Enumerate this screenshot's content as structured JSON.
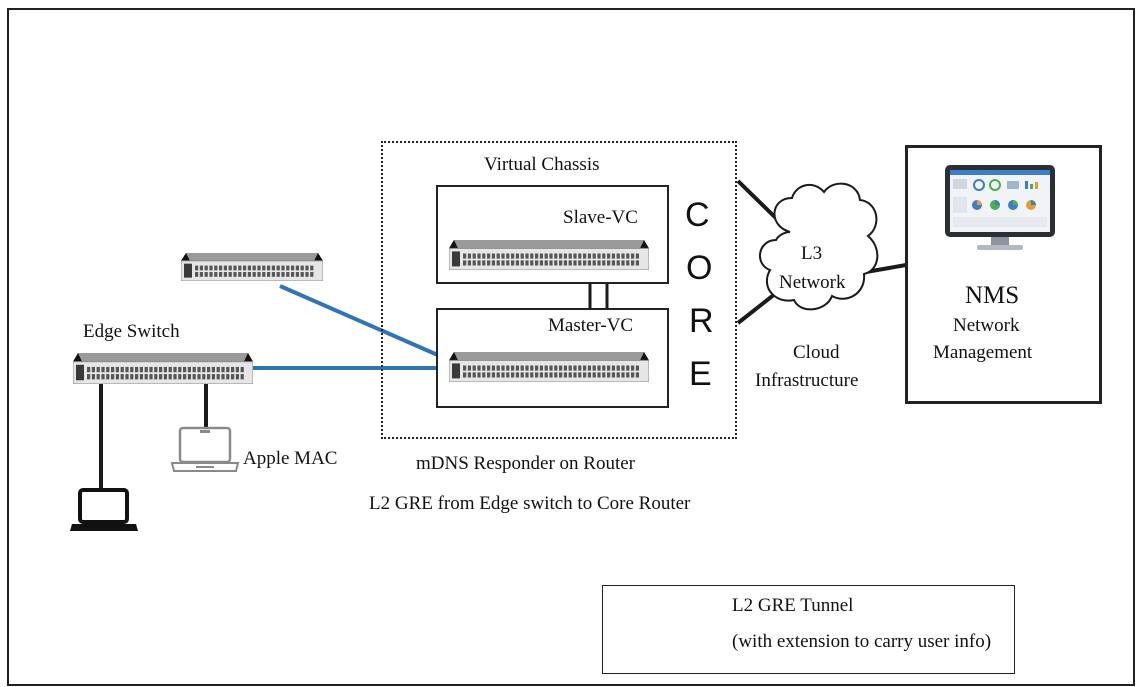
{
  "labels": {
    "virtual_chassis": "Virtual Chassis",
    "slave_vc": "Slave-VC",
    "master_vc": "Master-VC",
    "core_letters": [
      "C",
      "O",
      "R",
      "E"
    ],
    "l3": "L3",
    "network": "Network",
    "cloud": "Cloud",
    "infrastructure": "Infrastructure",
    "nms": "NMS",
    "network_mgmt_line1": "Network",
    "network_mgmt_line2": "Management",
    "edge_switch": "Edge Switch",
    "apple_mac": "Apple MAC",
    "mdns": "mDNS Responder on Router",
    "l2gre_caption": "L2 GRE from Edge switch to Core Router"
  },
  "legend": {
    "line1": "L2 GRE Tunnel",
    "line2": "(with extension to carry user info)"
  },
  "colors": {
    "tunnel": "#2f74b5",
    "line": "#1a1a1a",
    "switch_body": "#e6e6e6"
  },
  "icons": [
    "network-switch-icon",
    "laptop-icon",
    "cloud-icon",
    "monitor-icon"
  ]
}
